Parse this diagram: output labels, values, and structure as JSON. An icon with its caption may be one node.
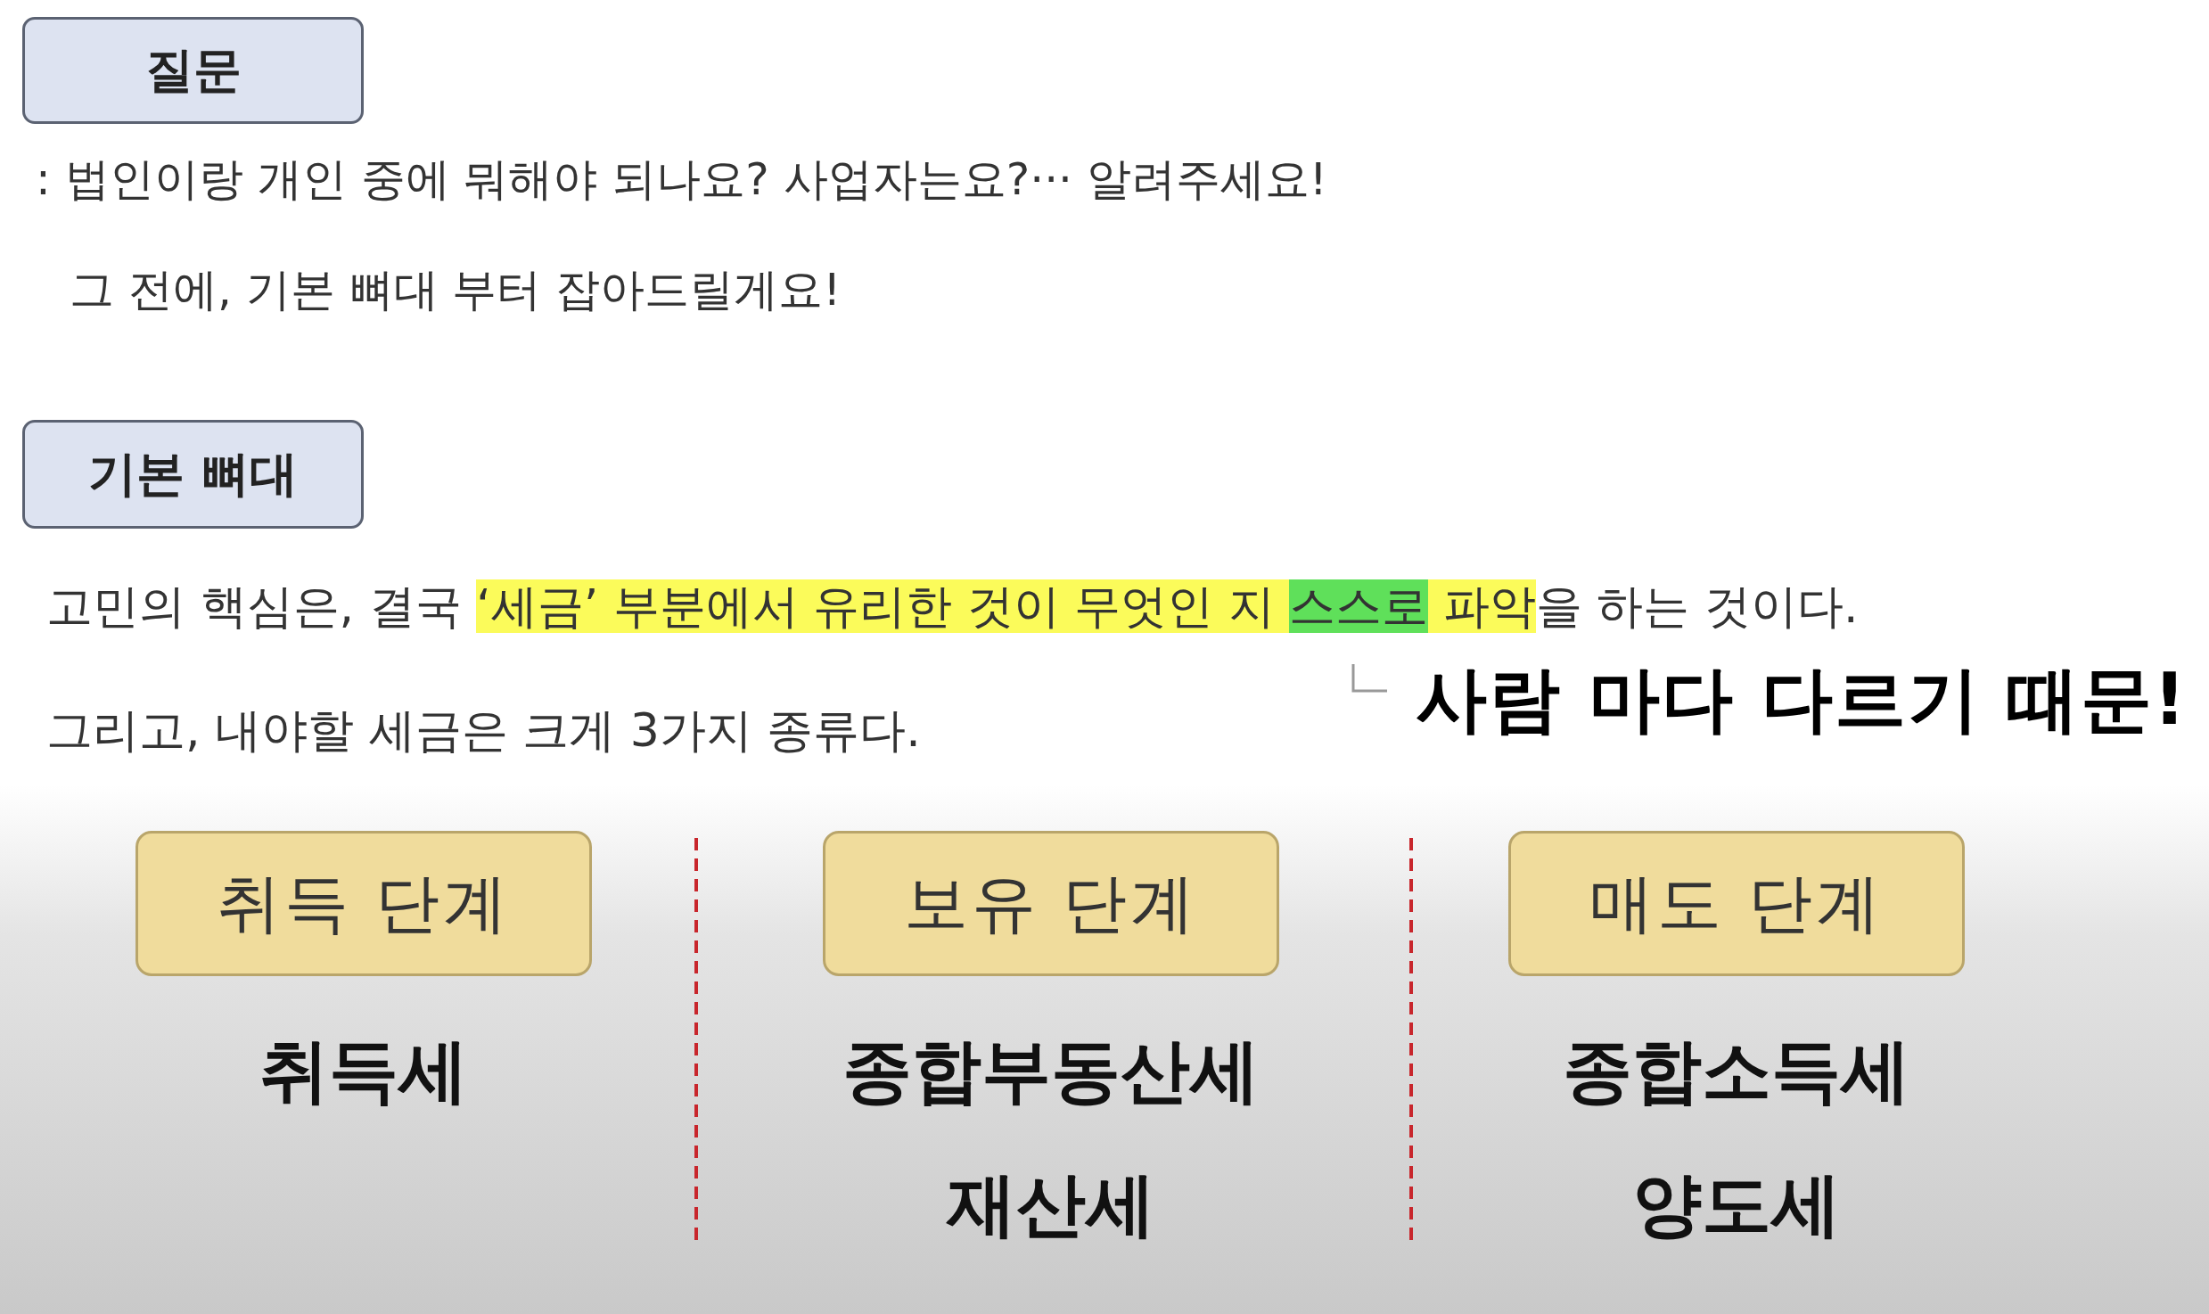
{
  "diagram": {
    "nodes": [
      {
        "text": [
          "질문"
        ]
      },
      {
        "text": [
          "기본 뼈대"
        ]
      },
      {
        "text": [
          "취득 단계"
        ],
        "beside": [
          "취득세"
        ]
      },
      {
        "text": [
          "보유 단계"
        ],
        "beside": [
          "종합부동산세",
          "재산세"
        ]
      },
      {
        "text": [
          "매도 단계"
        ],
        "beside": [
          "종합소득세",
          "양도세"
        ]
      }
    ],
    "edges": [],
    "labels": [
      ": 법인이랑 개인 중에 뭐해야 되나요? 사업자는요?··· 알려주세요!",
      "그 전에, 기본 뼈대 부터 잡아드릴게요!",
      "고민의 핵심은, 결국 ‘세금’ 부분에서 유리한 것이 무엇인 지 스스로 파악을 하는 것이다.",
      "사람 마다 다르기 때문!",
      "그리고, 내야할 세금은 크게 3가지 종류다."
    ]
  }
}
